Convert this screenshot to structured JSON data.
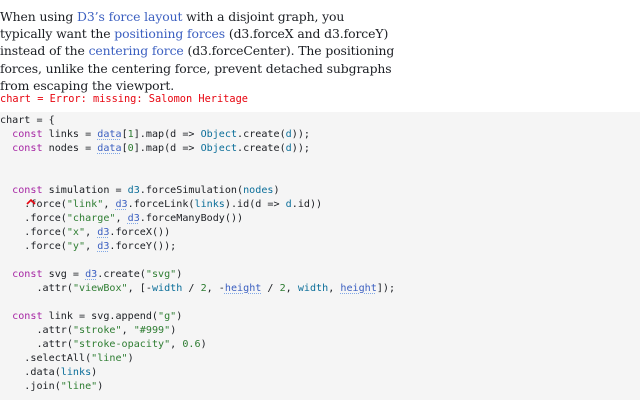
{
  "prose": {
    "t1": "When using ",
    "link_force_layout": "D3’s force layout",
    "t2": " with a disjoint graph, you typically want the ",
    "link_positioning_forces": "positioning forces",
    "t3": " (d3.forceX and d3.forceY) instead of the ",
    "link_centering_force": "centering force",
    "t4": " (d3.forceCenter). The positioning forces, unlike the centering force, prevent detached subgraphs from escaping the viewport."
  },
  "error_line": "chart = Error: missing: Salomon Heritage",
  "code": {
    "l1": [
      "chart = {"
    ],
    "l2": [
      "  ",
      "const",
      " links = ",
      "data",
      "[",
      "1",
      "].map(d => ",
      "Object",
      ".create(",
      "d",
      "));"
    ],
    "l3": [
      "  ",
      "const",
      " nodes = ",
      "data",
      "[",
      "0",
      "].map(d => ",
      "Object",
      ".create(",
      "d",
      "));"
    ],
    "l6": [
      "  ",
      "const",
      " simulation = ",
      "d3",
      ".forceSimulation(",
      "nodes",
      ")"
    ],
    "l7": [
      "    .force(",
      "\"link\"",
      ", ",
      "d3",
      ".forceLink(",
      "links",
      ").id(d => ",
      "d",
      ".id))"
    ],
    "l8": [
      "    .force(",
      "\"charge\"",
      ", ",
      "d3",
      ".forceManyBody())"
    ],
    "l9": [
      "    .force(",
      "\"x\"",
      ", ",
      "d3",
      ".forceX())"
    ],
    "l10": [
      "    .force(",
      "\"y\"",
      ", ",
      "d3",
      ".forceY());"
    ],
    "l12": [
      "  ",
      "const",
      " svg = ",
      "d3",
      ".create(",
      "\"svg\"",
      ")"
    ],
    "l13": [
      "      .attr(",
      "\"viewBox\"",
      ", [-",
      "width",
      " / ",
      "2",
      ", -",
      "height",
      " / ",
      "2",
      ", ",
      "width",
      ", ",
      "height",
      "]);"
    ],
    "l15": [
      "  ",
      "const",
      " link = svg.append(",
      "\"g\"",
      ")"
    ],
    "l16": [
      "      .attr(",
      "\"stroke\"",
      ", ",
      "\"#999\"",
      ")"
    ],
    "l17": [
      "      .attr(",
      "\"stroke-opacity\"",
      ", ",
      "0.6",
      ")"
    ],
    "l18": [
      "    .selectAll(",
      "\"line\"",
      ")"
    ],
    "l19": [
      "    .data(",
      "links",
      ")"
    ],
    "l20": [
      "    .join(",
      "\"line\"",
      ")"
    ]
  }
}
